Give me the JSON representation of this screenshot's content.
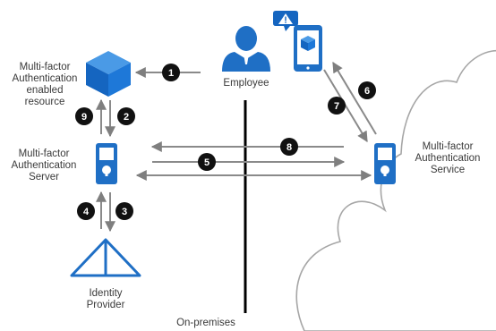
{
  "colors": {
    "accent_blue": "#1f6fc5",
    "arrow_gray": "#8a8a8a",
    "cloud_stroke": "#a6a6a6",
    "divider": "#000000",
    "step_badge_fill": "#111111",
    "alert_blue": "#1565c0"
  },
  "labels": {
    "resource": [
      "Multi-factor",
      "Authentication",
      "enabled",
      "resource"
    ],
    "server": [
      "Multi-factor",
      "Authentication",
      "Server"
    ],
    "service": [
      "Multi-factor",
      "Authentication",
      "Service"
    ],
    "identity_provider": [
      "Identity",
      "Provider"
    ],
    "employee": "Employee",
    "boundary": "On-premises"
  },
  "icons": {
    "resource": "blue-cube-icon",
    "employee": "person-icon",
    "phone": "mobile-phone-icon",
    "alert": "warning-triangle-icon",
    "server": "secure-phone-icon",
    "service": "secure-phone-icon",
    "identity_provider": "pyramid-icon"
  },
  "steps": [
    "1",
    "2",
    "3",
    "4",
    "5",
    "6",
    "7",
    "8",
    "9"
  ]
}
